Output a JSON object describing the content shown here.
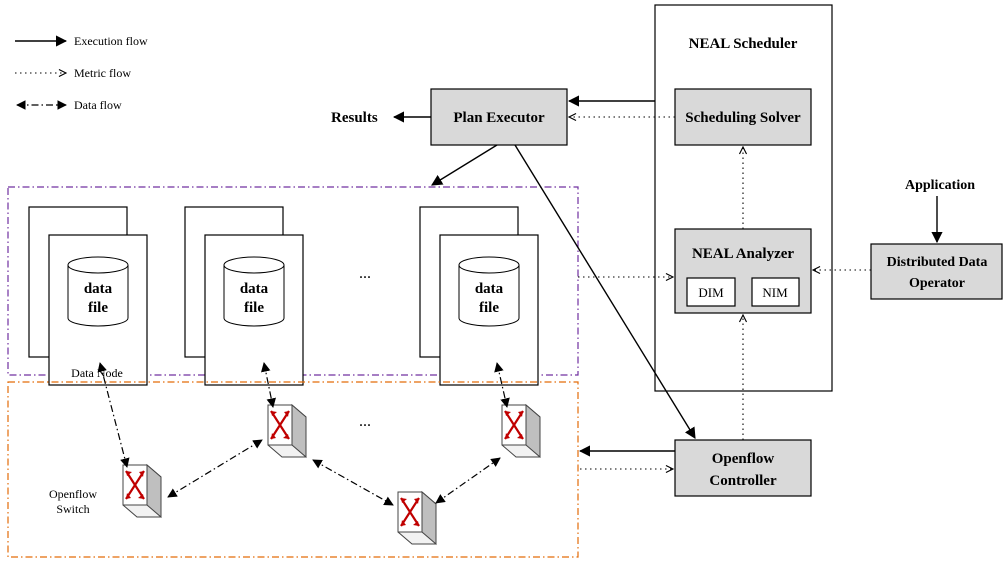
{
  "legend": {
    "execution": "Execution flow",
    "metric": "Metric flow",
    "data": "Data flow"
  },
  "scheduler": {
    "title": "NEAL Scheduler",
    "solver": "Scheduling Solver",
    "analyzer": "NEAL Analyzer",
    "dim": "DIM",
    "nim": "NIM"
  },
  "plan_executor": "Plan Executor",
  "results": "Results",
  "application": "Application",
  "distributed_operator": {
    "line1": "Distributed Data",
    "line2": "Operator"
  },
  "openflow_controller": {
    "line1": "Openflow",
    "line2": "Controller"
  },
  "data_file": {
    "line1": "data",
    "line2": "file"
  },
  "data_node_label": "Data Node",
  "ellipsis": "...",
  "openflow_switch": {
    "line1": "Openflow",
    "line2": "Switch"
  },
  "colors": {
    "storage_border": "#7030a0",
    "network_border": "#e36c09",
    "box_fill": "#d9d9d9",
    "switch_arrow": "#c00000"
  }
}
